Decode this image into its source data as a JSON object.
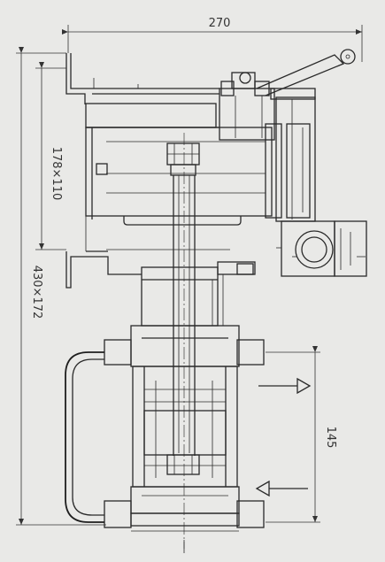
{
  "dimensions": {
    "width_label": "270",
    "height_label": "430×172",
    "upper_height_label": "178×110",
    "tube_label": "145"
  },
  "colors": {
    "background": "#e9e9e7",
    "line": "#2a2a2a"
  }
}
